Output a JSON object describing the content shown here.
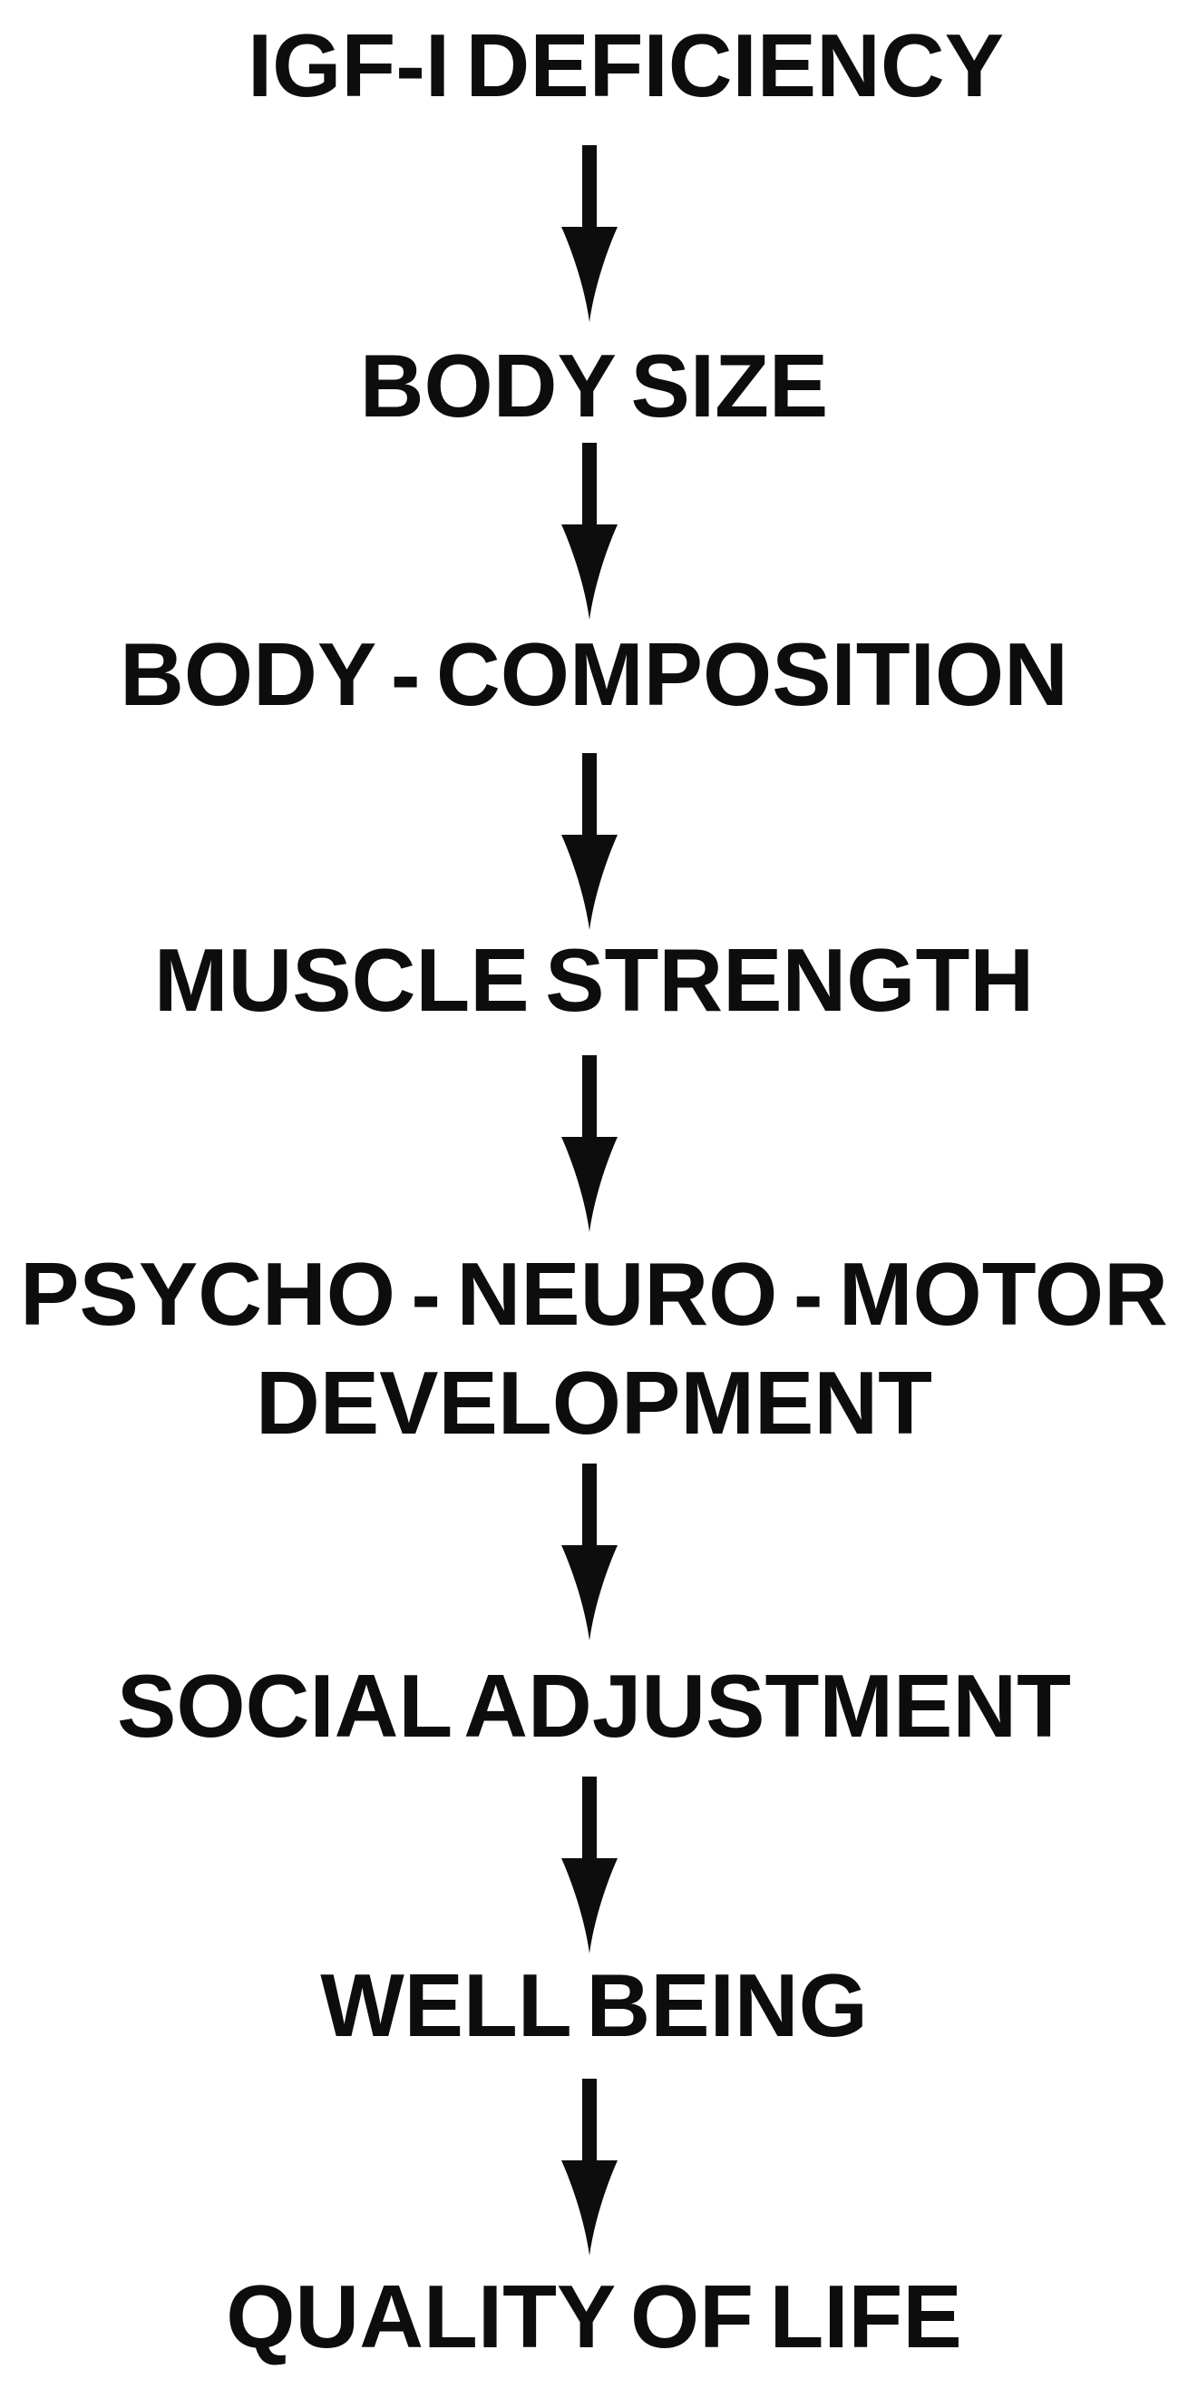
{
  "figure": {
    "background_color": "#ffffff",
    "text_color": "#0d0d0d",
    "arrow_color": "#0d0d0d",
    "direction": "top-down",
    "connector": "down-arrow"
  },
  "flow": {
    "nodes": [
      {
        "label": "IGF-I DEFICIENCY"
      },
      {
        "label": "BODY SIZE"
      },
      {
        "label": "BODY - COMPOSITION"
      },
      {
        "label": "MUSCLE STRENGTH"
      },
      {
        "label": "PSYCHO - NEURO - MOTOR",
        "label_line2": "DEVELOPMENT"
      },
      {
        "label": "SOCIAL ADJUSTMENT"
      },
      {
        "label": "WELL BEING"
      },
      {
        "label": "QUALITY OF LIFE"
      }
    ]
  }
}
